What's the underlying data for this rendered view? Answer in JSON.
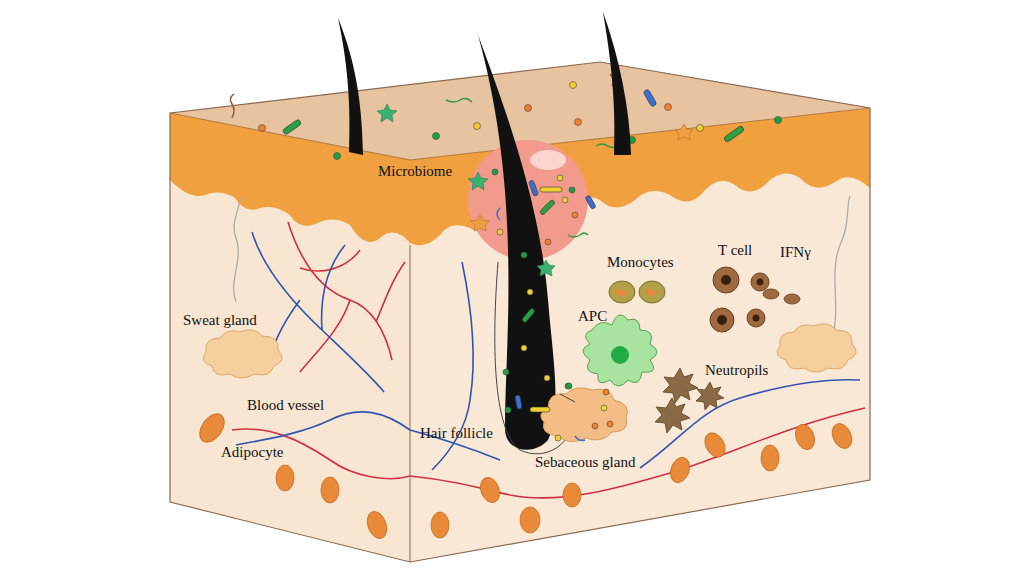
{
  "diagram": {
    "labels": [
      "Microbiome",
      "Monocytes",
      "T cell",
      "IFNγ",
      "Sweat gland",
      "APC",
      "Neutropils",
      "Blood vessel",
      "Hair follicle",
      "Adipocyte",
      "Sebaceous gland"
    ]
  }
}
